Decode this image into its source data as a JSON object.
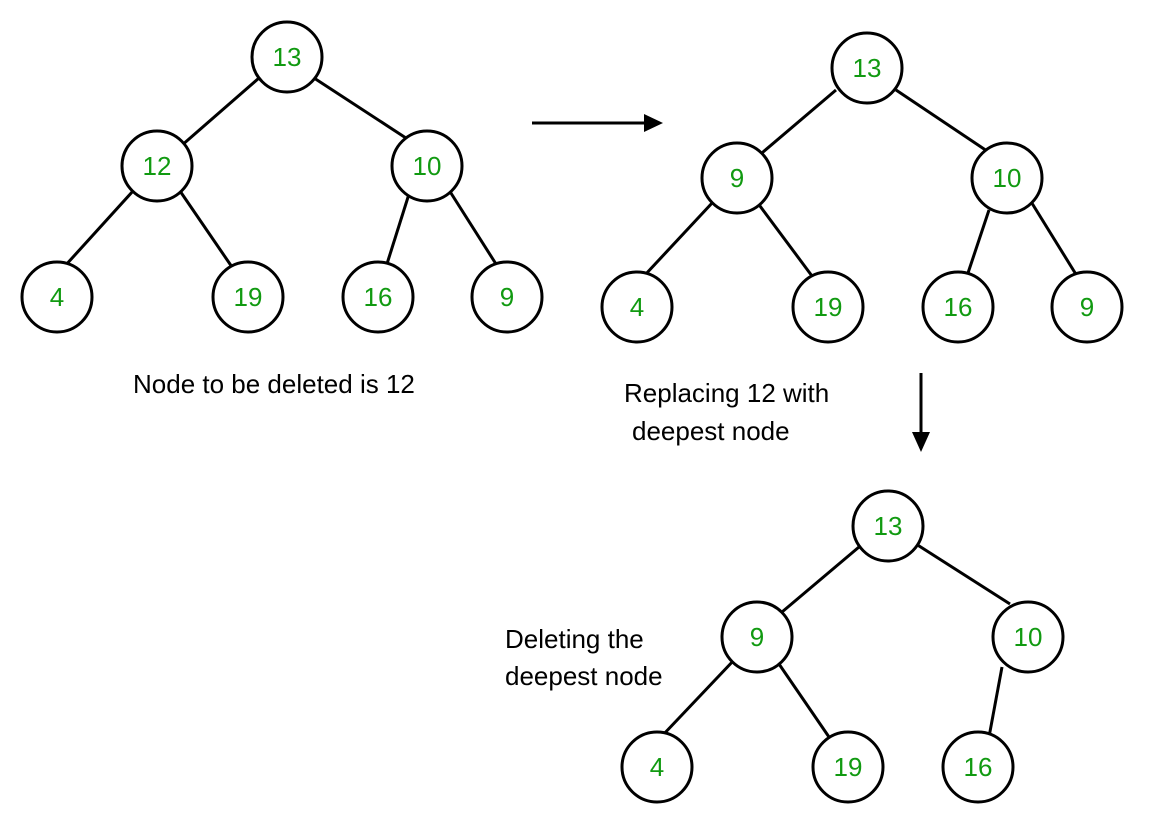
{
  "colors": {
    "node_value": "#119a11",
    "node_outline": "#000000",
    "edge": "#000000",
    "caption": "#000000"
  },
  "trees": [
    {
      "nodes": [
        {
          "value": "13"
        },
        {
          "value": "12"
        },
        {
          "value": "10"
        },
        {
          "value": "4"
        },
        {
          "value": "19"
        },
        {
          "value": "16"
        },
        {
          "value": "9"
        }
      ],
      "caption": [
        "Node to be deleted is 12"
      ]
    },
    {
      "nodes": [
        {
          "value": "13"
        },
        {
          "value": "9"
        },
        {
          "value": "10"
        },
        {
          "value": "4"
        },
        {
          "value": "19"
        },
        {
          "value": "16"
        },
        {
          "value": "9"
        }
      ],
      "caption": [
        "Replacing 12 with",
        "deepest node"
      ]
    },
    {
      "nodes": [
        {
          "value": "13"
        },
        {
          "value": "9"
        },
        {
          "value": "10"
        },
        {
          "value": "4"
        },
        {
          "value": "19"
        },
        {
          "value": "16"
        }
      ],
      "caption": [
        "Deleting the",
        "deepest node"
      ]
    }
  ]
}
